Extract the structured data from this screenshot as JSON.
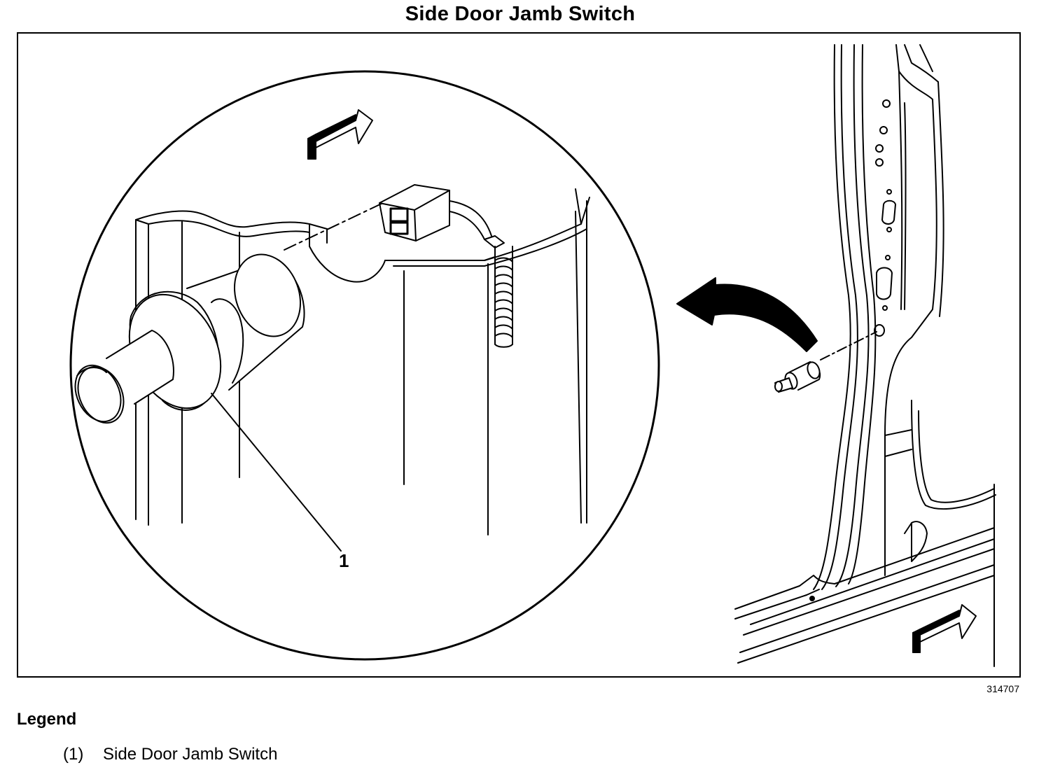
{
  "title": "Side Door Jamb Switch",
  "figure": {
    "callout_label": "1",
    "figure_number": "314707"
  },
  "legend": {
    "heading": "Legend",
    "items": [
      {
        "number": "(1)",
        "label": "Side Door Jamb Switch"
      }
    ]
  }
}
